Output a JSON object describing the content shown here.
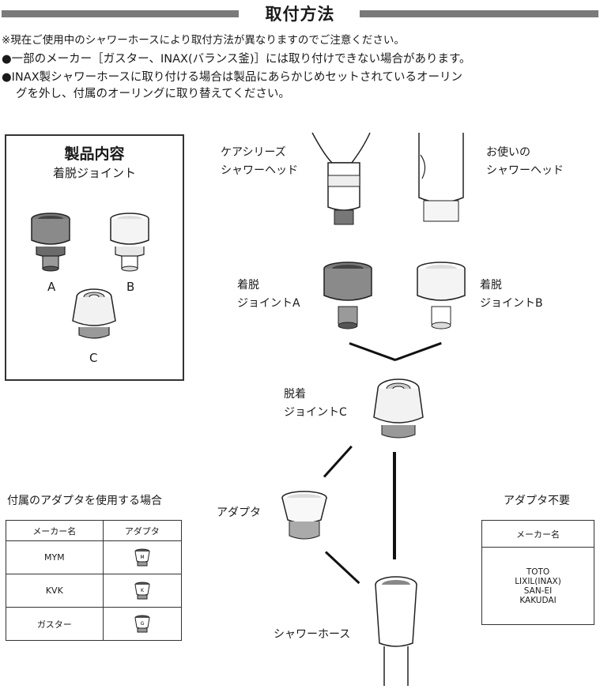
{
  "header": {
    "title": "取付方法"
  },
  "notes": {
    "line1": "※現在ご使用中のシャワーホースにより取付方法が異なりますのでご注意ください。",
    "line2": "●一部のメーカー［ガスター、INAX(バランス釜)］には取り付けできない場合があります。",
    "line3": "●INAX製シャワーホースに取り付ける場合は製品にあらかじめセットされているオーリン",
    "line4": "グを外し、付属のオーリングに取り替えてください。"
  },
  "contents_box": {
    "title": "製品内容",
    "subtitle": "着脱ジョイント",
    "label_a": "A",
    "label_b": "B",
    "label_c": "C"
  },
  "diagram": {
    "care_head_1": "ケアシリーズ",
    "care_head_2": "シャワーヘッド",
    "own_head_1": "お使いの",
    "own_head_2": "シャワーヘッド",
    "joint_a_1": "着脱",
    "joint_a_2": "ジョイントA",
    "joint_b_1": "着脱",
    "joint_b_2": "ジョイントB",
    "joint_c_1": "脱着",
    "joint_c_2": "ジョイントC",
    "adapter": "アダプタ",
    "hose": "シャワーホース"
  },
  "adapter_table": {
    "caption": "付属のアダプタを使用する場合",
    "headers": [
      "メーカー名",
      "アダプタ"
    ],
    "rows": [
      {
        "maker": "MYM",
        "code": "M"
      },
      {
        "maker": "KVK",
        "code": "K"
      },
      {
        "maker": "ガスター",
        "code": "G"
      }
    ]
  },
  "no_adapter_table": {
    "caption": "アダプタ不要",
    "header": "メーカー名",
    "makers": [
      "TOTO",
      "LIXIL(INAX)",
      "SAN-EI",
      "KAKUDAI"
    ]
  }
}
